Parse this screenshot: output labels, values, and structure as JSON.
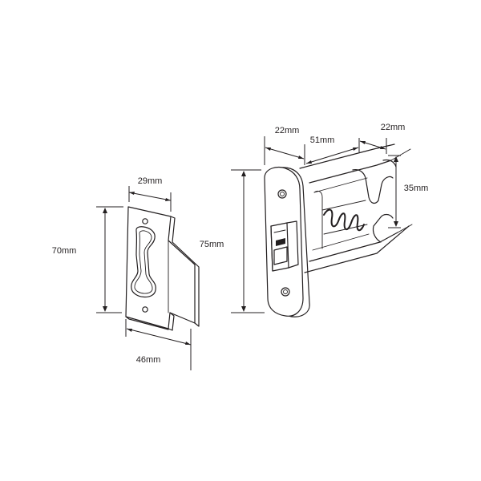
{
  "dimensions": {
    "strike_width": "29mm",
    "strike_height": "70mm",
    "strike_total_width": "46mm",
    "face_height": "75mm",
    "face_width": "22mm",
    "body_length": "51mm",
    "body_depth": "22mm",
    "body_height": "35mm"
  },
  "colors": {
    "line": "#231f20",
    "background": "#ffffff"
  }
}
